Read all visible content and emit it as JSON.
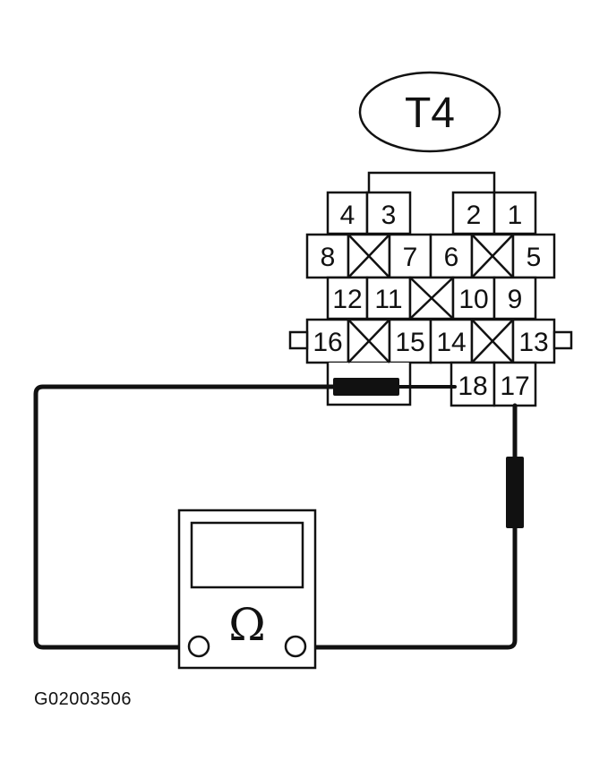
{
  "connector": {
    "label": "T4",
    "pins": {
      "p1": "1",
      "p2": "2",
      "p3": "3",
      "p4": "4",
      "p5": "5",
      "p6": "6",
      "p7": "7",
      "p8": "8",
      "p9": "9",
      "p10": "10",
      "p11": "11",
      "p12": "12",
      "p13": "13",
      "p14": "14",
      "p15": "15",
      "p16": "16",
      "p17": "17",
      "p18": "18"
    },
    "empty_cavities": [
      "between-8-7",
      "between-6-5",
      "between-11-10",
      "between-16-15",
      "between-14-13"
    ]
  },
  "meter": {
    "symbol": "Ω",
    "icon": "ohmmeter-icon"
  },
  "figure_id": "G02003506",
  "colors": {
    "ink": "#111111",
    "background": "#ffffff"
  }
}
